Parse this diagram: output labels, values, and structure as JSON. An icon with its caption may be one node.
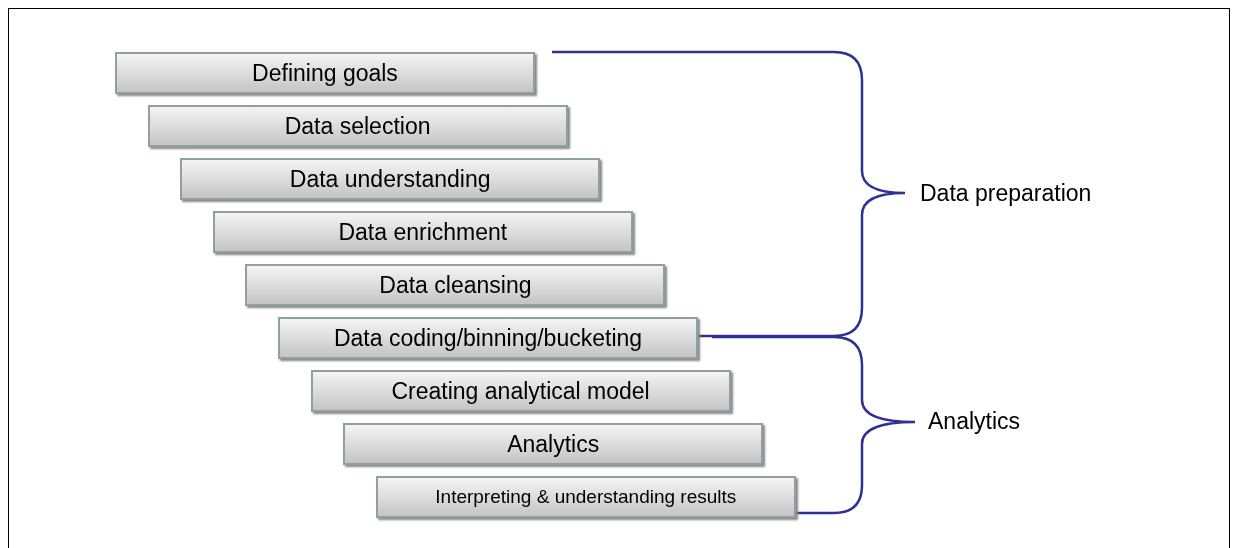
{
  "diagram": {
    "nodes": [
      {
        "text": [
          "Defining goals"
        ]
      },
      {
        "text": [
          "Data selection"
        ]
      },
      {
        "text": [
          "Data understanding"
        ]
      },
      {
        "text": [
          "Data enrichment"
        ]
      },
      {
        "text": [
          "Data cleansing"
        ]
      },
      {
        "text": [
          "Data coding/binning/bucketing"
        ]
      },
      {
        "text": [
          "Creating analytical model"
        ]
      },
      {
        "text": [
          "Analytics"
        ]
      },
      {
        "text": [
          "Interpreting & understanding results"
        ]
      }
    ],
    "labels": [
      "Data preparation",
      "Analytics"
    ]
  }
}
